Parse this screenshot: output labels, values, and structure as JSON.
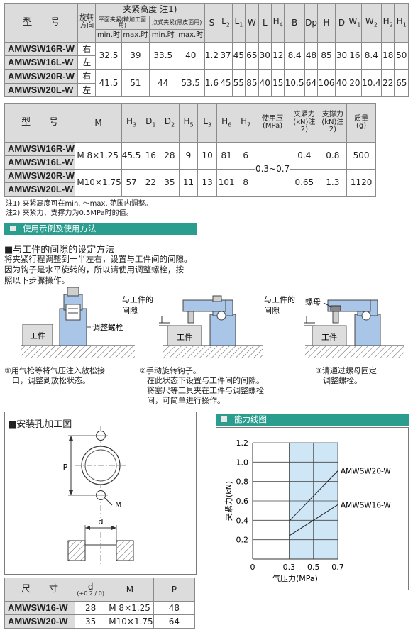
{
  "table1": {
    "h_model": "型　　号",
    "h_dir": "旋转方向",
    "h_clamp": "夹紧高度 注1)",
    "h_flat": "平面夹紧(精加工面用)",
    "h_point": "点式夹紧(黑皮面用)",
    "h_min": "min.时",
    "h_max": "max.时",
    "dims": [
      "S",
      "L2",
      "L1",
      "W",
      "L",
      "H4",
      "B",
      "Dp",
      "H",
      "D",
      "W1",
      "W2",
      "H2",
      "H1"
    ],
    "rows": [
      {
        "model": "AMWSW16R-W",
        "dir": "右"
      },
      {
        "model": "AMWSW16L-W",
        "dir": "左"
      },
      {
        "model": "AMWSW20R-W",
        "dir": "右"
      },
      {
        "model": "AMWSW20L-W",
        "dir": "左"
      }
    ],
    "groups": [
      {
        "vals": [
          "32.5",
          "39",
          "33.5",
          "40",
          "1.2",
          "37",
          "45",
          "65",
          "30",
          "12",
          "8.4",
          "48",
          "85",
          "30",
          "16",
          "8.4",
          "18",
          "50"
        ]
      },
      {
        "vals": [
          "41.5",
          "51",
          "44",
          "53.5",
          "1.6",
          "45",
          "55",
          "85",
          "40",
          "15",
          "10.5",
          "64",
          "106",
          "40",
          "20",
          "10.4",
          "22",
          "65"
        ]
      }
    ]
  },
  "table2": {
    "h_model": "型　　号",
    "h_dims": [
      "M",
      "H3",
      "D1",
      "D2",
      "H5",
      "L3",
      "H6",
      "H7"
    ],
    "h_pressure": "使用压\n(MPa)",
    "h_clampforce": "夹紧力\n(kN)注2)",
    "h_support": "支撑力\n(kN)注2)",
    "h_mass": "质量\n(g)",
    "models": [
      "AMWSW16R-W",
      "AMWSW16L-W",
      "AMWSW20R-W",
      "AMWSW20L-W"
    ],
    "pressure": "0.3~0.7",
    "groups": [
      {
        "vals": [
          "M 8×1.25",
          "45.5",
          "16",
          "28",
          "9",
          "10",
          "81",
          "6"
        ],
        "clamp": "0.4",
        "support": "0.8",
        "mass": "500"
      },
      {
        "vals": [
          "M10×1.75",
          "57",
          "22",
          "35",
          "11",
          "13",
          "101",
          "8"
        ],
        "clamp": "0.65",
        "support": "1.3",
        "mass": "1120"
      }
    ]
  },
  "notes": [
    "注1) 夹紧高度可在min. ～max. 范围内调整。",
    "注2) 夹紧力、支撑力为0.5MPa时的值。"
  ],
  "usage": {
    "title": "使用示例及使用方法",
    "subtitle": "■与工件的间隙的设定方法",
    "para": [
      "将夹紧行程调整到一半左右，设置与工件间的间隙。",
      "因为钩子是水平旋转的，所以请使用调整螺栓，按",
      "照以下步骤操作。"
    ],
    "label_work": "工件",
    "label_bolt": "调整螺栓",
    "label_gap": [
      "与工件的",
      "间隙"
    ],
    "label_nut": "螺母",
    "step1": [
      "①用气枪等将气压注入放松接",
      "　口，调整到放松状态。"
    ],
    "step2": [
      "②手动旋转钩子。",
      "　在此状态下设置与工件间的间隙。",
      "　将塞尺等工具夹在工件与调整螺栓",
      "　间，可简单进行操作。"
    ],
    "step3": [
      "③请通过螺母固定",
      "　调整螺栓。"
    ]
  },
  "mount": {
    "title": "■安装孔加工图",
    "label_p": "P",
    "label_m": "M",
    "label_d": "d"
  },
  "table3": {
    "h_size": "尺　　寸",
    "h_d": "d",
    "h_d_tol": "(+0.2 / 0)",
    "h_m": "M",
    "h_p": "P",
    "rows": [
      {
        "model": "AMWSW16-W",
        "d": "28",
        "m": "M 8×1.25",
        "p": "48"
      },
      {
        "model": "AMWSW20-W",
        "d": "35",
        "m": "M10×1.75",
        "p": "64"
      }
    ]
  },
  "capability": {
    "title": "能力线图"
  },
  "chart_data": {
    "type": "line",
    "title": "",
    "xlabel": "气压力(MPa)",
    "ylabel": "夹紧力(kN)",
    "xlim": [
      0,
      0.7
    ],
    "ylim": [
      0,
      1.2
    ],
    "xticks": [
      "0",
      "0.3",
      "0.5",
      "0.7"
    ],
    "yticks": [
      "0.2",
      "0.4",
      "0.6",
      "0.8",
      "1.0",
      "1.2"
    ],
    "grid": true,
    "shaded_x_range": [
      0.3,
      0.7
    ],
    "series": [
      {
        "name": "AMWSW20-W",
        "x": [
          0.3,
          0.7
        ],
        "y": [
          0.39,
          0.91
        ]
      },
      {
        "name": "AMWSW16-W",
        "x": [
          0.3,
          0.7
        ],
        "y": [
          0.24,
          0.56
        ]
      }
    ]
  }
}
